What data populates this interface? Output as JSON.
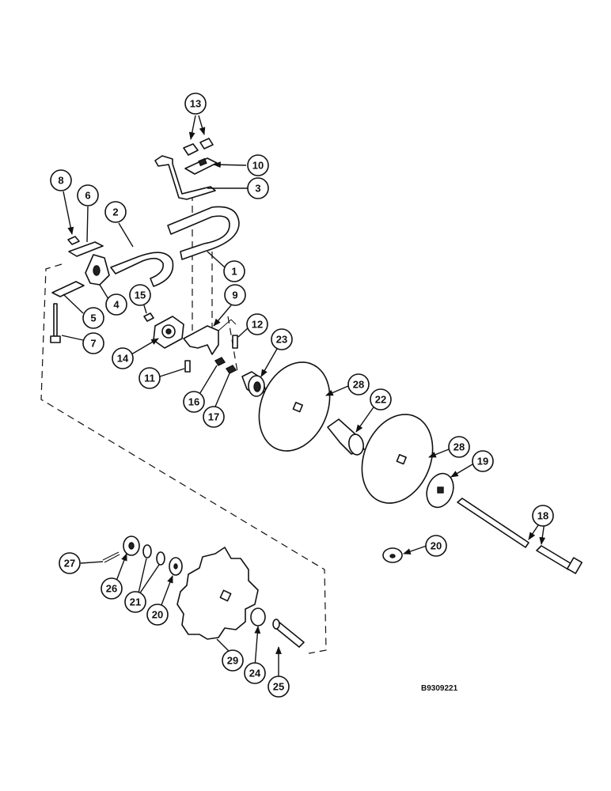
{
  "drawing_number": "B9309221",
  "callouts": [
    "13",
    "10",
    "3",
    "8",
    "6",
    "2",
    "1",
    "5",
    "4",
    "7",
    "15",
    "9",
    "12",
    "14",
    "11",
    "16",
    "17",
    "23",
    "28",
    "22",
    "28",
    "19",
    "18",
    "20",
    "27",
    "26",
    "21",
    "20",
    "29",
    "24",
    "25"
  ],
  "colors": {
    "ink": "#111111",
    "paper": "#ffffff"
  }
}
